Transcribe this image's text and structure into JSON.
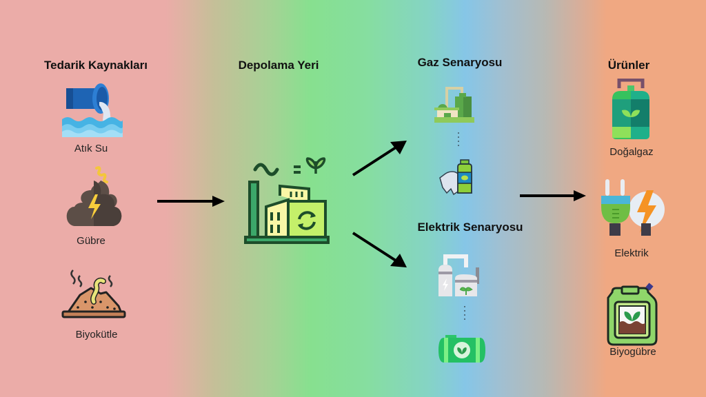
{
  "columns": {
    "sources": {
      "heading": "Tedarik Kaynakları",
      "items": [
        {
          "label": "Atık Su",
          "icon": "wastewater-pipe-icon"
        },
        {
          "label": "Gübre",
          "icon": "manure-energy-icon"
        },
        {
          "label": "Biyokütle",
          "icon": "biomass-soil-icon"
        }
      ]
    },
    "storage": {
      "heading": "Depolama Yeri",
      "icon": "biogas-plant-factory-icon"
    },
    "gas_scenario": {
      "heading": "Gaz Senaryosu",
      "icons": [
        "biogas-facility-icon",
        "cow-gas-cylinder-icon"
      ]
    },
    "electric_scenario": {
      "heading": "Elektrik Senaryosu",
      "icons": [
        "power-digester-icon",
        "green-tank-icon"
      ]
    },
    "products": {
      "heading": "Ürünler",
      "items": [
        {
          "label": "Doğalgaz",
          "icon": "gas-cylinder-icon"
        },
        {
          "label": "Elektrik",
          "icon": "plug-lightning-icon"
        },
        {
          "label": "Biyogübre",
          "icon": "fertilizer-canister-icon"
        }
      ]
    }
  },
  "arrows": [
    {
      "from": "sources",
      "to": "storage"
    },
    {
      "from": "storage",
      "to": "gas_scenario"
    },
    {
      "from": "storage",
      "to": "electric_scenario"
    },
    {
      "from": "scenarios",
      "to": "products"
    }
  ],
  "colors": {
    "pink": "#EBACA8",
    "green": "#87E08F",
    "blue": "#86C6E7",
    "salmon": "#F0A882",
    "arrow": "#000000"
  }
}
